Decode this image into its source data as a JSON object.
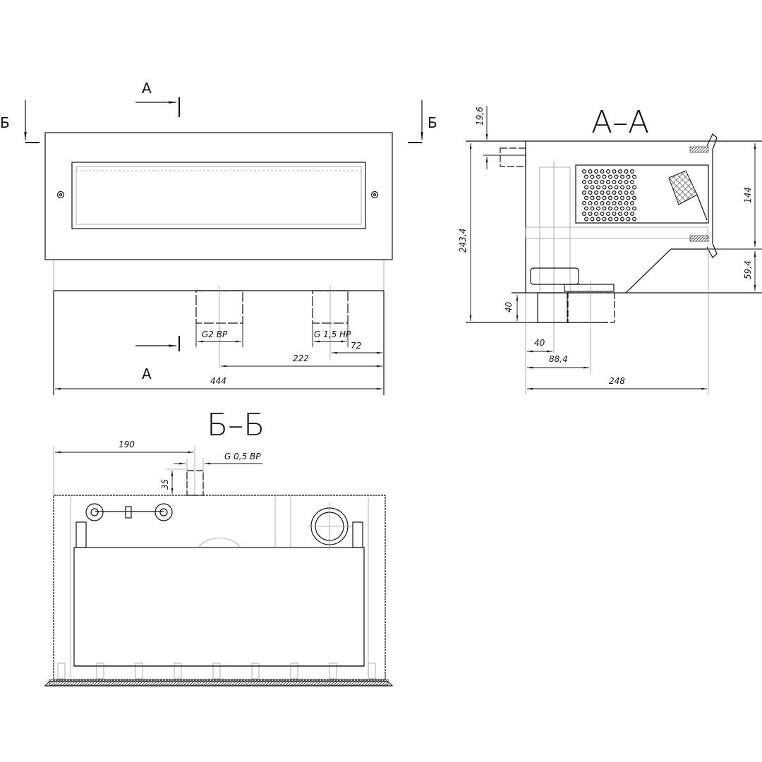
{
  "front_view": {
    "section_mark_a_top": "А",
    "section_mark_a_bottom": "А",
    "section_mark_b_left": "Б",
    "section_mark_b_right": "Б",
    "pipe_left_label": "G2 ВР",
    "pipe_right_label": "G 1,5 НР",
    "dim_72": "72",
    "dim_222": "222",
    "dim_444": "444"
  },
  "section_aa": {
    "title": "А–А",
    "dim_19_6": "19,6",
    "dim_243_4": "243,4",
    "dim_144": "144",
    "dim_59_4": "59,4",
    "dim_40_vertical": "40",
    "dim_40_horizontal": "40",
    "dim_88_4": "88,4",
    "dim_248": "248"
  },
  "section_bb": {
    "title": "Б–Б",
    "dim_190": "190",
    "pipe_label": "G 0,5 ВР",
    "dim_35": "35"
  }
}
